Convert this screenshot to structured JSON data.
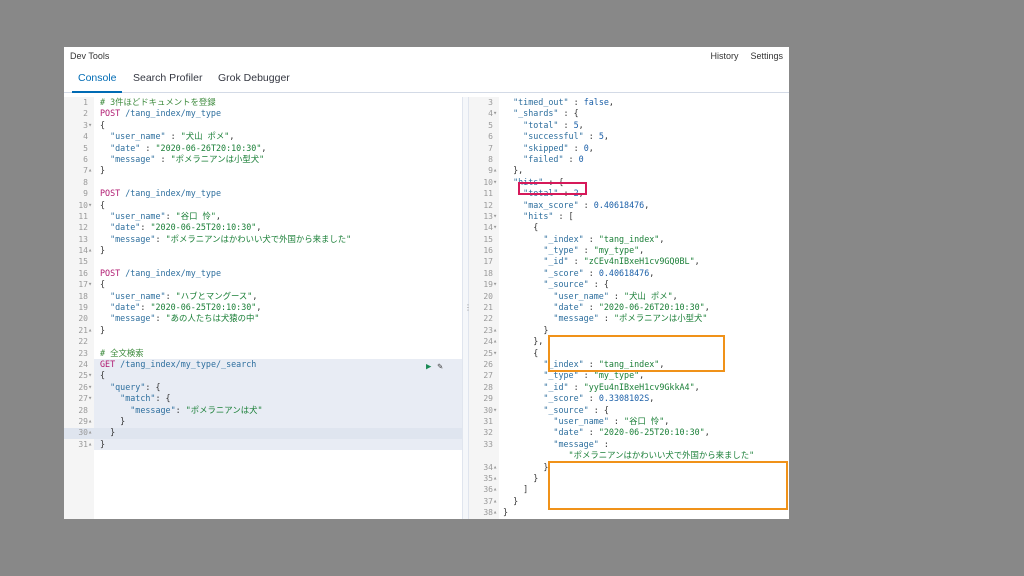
{
  "window": {
    "title": "Dev Tools",
    "history": "History",
    "settings": "Settings"
  },
  "tabs": [
    {
      "label": "Console",
      "active": true
    },
    {
      "label": "Search Profiler",
      "active": false
    },
    {
      "label": "Grok Debugger",
      "active": false
    }
  ],
  "request_lines": [
    {
      "n": "1",
      "fold": "",
      "t": [
        [
          "c",
          "# 3件ほどドキュメントを登録"
        ]
      ]
    },
    {
      "n": "2",
      "fold": "",
      "t": [
        [
          "m",
          "POST"
        ],
        [
          "k",
          " /tang_index/my_type"
        ]
      ]
    },
    {
      "n": "3",
      "fold": "▾",
      "t": [
        [
          "p",
          "{"
        ]
      ]
    },
    {
      "n": "4",
      "fold": "",
      "t": [
        [
          "k",
          "  \"user_name\""
        ],
        [
          "p",
          " : "
        ],
        [
          "s",
          "\"犬山 ポメ\""
        ],
        [
          "p",
          ","
        ]
      ]
    },
    {
      "n": "5",
      "fold": "",
      "t": [
        [
          "k",
          "  \"date\""
        ],
        [
          "p",
          " : "
        ],
        [
          "s",
          "\"2020-06-26T20:10:30\""
        ],
        [
          "p",
          ","
        ]
      ]
    },
    {
      "n": "6",
      "fold": "",
      "t": [
        [
          "k",
          "  \"message\""
        ],
        [
          "p",
          " : "
        ],
        [
          "s",
          "\"ポメラニアンは小型犬\""
        ]
      ]
    },
    {
      "n": "7",
      "fold": "▴",
      "t": [
        [
          "p",
          "}"
        ]
      ]
    },
    {
      "n": "8",
      "fold": "",
      "t": []
    },
    {
      "n": "9",
      "fold": "",
      "t": [
        [
          "m",
          "POST"
        ],
        [
          "k",
          " /tang_index/my_type"
        ]
      ]
    },
    {
      "n": "10",
      "fold": "▾",
      "t": [
        [
          "p",
          "{"
        ]
      ]
    },
    {
      "n": "11",
      "fold": "",
      "t": [
        [
          "k",
          "  \"user_name\""
        ],
        [
          "p",
          ": "
        ],
        [
          "s",
          "\"谷口 怜\""
        ],
        [
          "p",
          ","
        ]
      ]
    },
    {
      "n": "12",
      "fold": "",
      "t": [
        [
          "k",
          "  \"date\""
        ],
        [
          "p",
          ": "
        ],
        [
          "s",
          "\"2020-06-25T20:10:30\""
        ],
        [
          "p",
          ","
        ]
      ]
    },
    {
      "n": "13",
      "fold": "",
      "t": [
        [
          "k",
          "  \"message\""
        ],
        [
          "p",
          ": "
        ],
        [
          "s",
          "\"ポメラニアンはかわいい犬で外国から来ました\""
        ]
      ]
    },
    {
      "n": "14",
      "fold": "▴",
      "t": [
        [
          "p",
          "}"
        ]
      ]
    },
    {
      "n": "15",
      "fold": "",
      "t": []
    },
    {
      "n": "16",
      "fold": "",
      "t": [
        [
          "m",
          "POST"
        ],
        [
          "k",
          " /tang_index/my_type"
        ]
      ]
    },
    {
      "n": "17",
      "fold": "▾",
      "t": [
        [
          "p",
          "{"
        ]
      ]
    },
    {
      "n": "18",
      "fold": "",
      "t": [
        [
          "k",
          "  \"user_name\""
        ],
        [
          "p",
          ": "
        ],
        [
          "s",
          "\"ハブとマングース\""
        ],
        [
          "p",
          ","
        ]
      ]
    },
    {
      "n": "19",
      "fold": "",
      "t": [
        [
          "k",
          "  \"date\""
        ],
        [
          "p",
          ": "
        ],
        [
          "s",
          "\"2020-06-25T20:10:30\""
        ],
        [
          "p",
          ","
        ]
      ]
    },
    {
      "n": "20",
      "fold": "",
      "t": [
        [
          "k",
          "  \"message\""
        ],
        [
          "p",
          ": "
        ],
        [
          "s",
          "\"あの人たちは犬猿の中\""
        ]
      ]
    },
    {
      "n": "21",
      "fold": "▴",
      "t": [
        [
          "p",
          "}"
        ]
      ]
    },
    {
      "n": "22",
      "fold": "",
      "t": []
    },
    {
      "n": "23",
      "fold": "",
      "t": [
        [
          "c",
          "# 全文検索"
        ]
      ]
    },
    {
      "n": "24",
      "fold": "",
      "t": [
        [
          "m",
          "GET"
        ],
        [
          "k",
          " /tang_index/my_type/_search"
        ]
      ]
    },
    {
      "n": "25",
      "fold": "▾",
      "t": [
        [
          "p",
          "{"
        ]
      ]
    },
    {
      "n": "26",
      "fold": "▾",
      "t": [
        [
          "k",
          "  \"query\""
        ],
        [
          "p",
          ": {"
        ]
      ]
    },
    {
      "n": "27",
      "fold": "▾",
      "t": [
        [
          "k",
          "    \"match\""
        ],
        [
          "p",
          ": {"
        ]
      ]
    },
    {
      "n": "28",
      "fold": "",
      "t": [
        [
          "k",
          "      \"message\""
        ],
        [
          "p",
          ": "
        ],
        [
          "s",
          "\"ポメラニアンは犬\""
        ]
      ]
    },
    {
      "n": "29",
      "fold": "▴",
      "t": [
        [
          "p",
          "    }"
        ]
      ]
    },
    {
      "n": "30",
      "fold": "▴",
      "t": [
        [
          "p",
          "  }"
        ]
      ]
    },
    {
      "n": "31",
      "fold": "▴",
      "t": [
        [
          "p",
          "}"
        ]
      ]
    }
  ],
  "response_lines": [
    {
      "n": "3",
      "fold": "",
      "t": [
        [
          "k",
          "  \"timed_out\""
        ],
        [
          "p",
          " : "
        ],
        [
          "n",
          "false"
        ],
        [
          "p",
          ","
        ]
      ]
    },
    {
      "n": "4",
      "fold": "▾",
      "t": [
        [
          "k",
          "  \"_shards\""
        ],
        [
          "p",
          " : {"
        ]
      ]
    },
    {
      "n": "5",
      "fold": "",
      "t": [
        [
          "k",
          "    \"total\""
        ],
        [
          "p",
          " : "
        ],
        [
          "n",
          "5"
        ],
        [
          "p",
          ","
        ]
      ]
    },
    {
      "n": "6",
      "fold": "",
      "t": [
        [
          "k",
          "    \"successful\""
        ],
        [
          "p",
          " : "
        ],
        [
          "n",
          "5"
        ],
        [
          "p",
          ","
        ]
      ]
    },
    {
      "n": "7",
      "fold": "",
      "t": [
        [
          "k",
          "    \"skipped\""
        ],
        [
          "p",
          " : "
        ],
        [
          "n",
          "0"
        ],
        [
          "p",
          ","
        ]
      ]
    },
    {
      "n": "8",
      "fold": "",
      "t": [
        [
          "k",
          "    \"failed\""
        ],
        [
          "p",
          " : "
        ],
        [
          "n",
          "0"
        ]
      ]
    },
    {
      "n": "9",
      "fold": "▴",
      "t": [
        [
          "p",
          "  },"
        ]
      ]
    },
    {
      "n": "10",
      "fold": "▾",
      "t": [
        [
          "k",
          "  \"hits\""
        ],
        [
          "p",
          " : {"
        ]
      ]
    },
    {
      "n": "11",
      "fold": "",
      "t": [
        [
          "k",
          "    \"total\""
        ],
        [
          "p",
          " : "
        ],
        [
          "n",
          "2"
        ],
        [
          "p",
          ","
        ]
      ]
    },
    {
      "n": "12",
      "fold": "",
      "t": [
        [
          "k",
          "    \"max_score\""
        ],
        [
          "p",
          " : "
        ],
        [
          "n",
          "0.40618476"
        ],
        [
          "p",
          ","
        ]
      ]
    },
    {
      "n": "13",
      "fold": "▾",
      "t": [
        [
          "k",
          "    \"hits\""
        ],
        [
          "p",
          " : ["
        ]
      ]
    },
    {
      "n": "14",
      "fold": "▾",
      "t": [
        [
          "p",
          "      {"
        ]
      ]
    },
    {
      "n": "15",
      "fold": "",
      "t": [
        [
          "k",
          "        \"_index\""
        ],
        [
          "p",
          " : "
        ],
        [
          "s",
          "\"tang_index\""
        ],
        [
          "p",
          ","
        ]
      ]
    },
    {
      "n": "16",
      "fold": "",
      "t": [
        [
          "k",
          "        \"_type\""
        ],
        [
          "p",
          " : "
        ],
        [
          "s",
          "\"my_type\""
        ],
        [
          "p",
          ","
        ]
      ]
    },
    {
      "n": "17",
      "fold": "",
      "t": [
        [
          "k",
          "        \"_id\""
        ],
        [
          "p",
          " : "
        ],
        [
          "s",
          "\"zCEv4nIBxeH1cv9GQ0BL\""
        ],
        [
          "p",
          ","
        ]
      ]
    },
    {
      "n": "18",
      "fold": "",
      "t": [
        [
          "k",
          "        \"_score\""
        ],
        [
          "p",
          " : "
        ],
        [
          "n",
          "0.40618476"
        ],
        [
          "p",
          ","
        ]
      ]
    },
    {
      "n": "19",
      "fold": "▾",
      "t": [
        [
          "k",
          "        \"_source\""
        ],
        [
          "p",
          " : {"
        ]
      ]
    },
    {
      "n": "20",
      "fold": "",
      "t": [
        [
          "k",
          "          \"user_name\""
        ],
        [
          "p",
          " : "
        ],
        [
          "s",
          "\"犬山 ポメ\""
        ],
        [
          "p",
          ","
        ]
      ]
    },
    {
      "n": "21",
      "fold": "",
      "t": [
        [
          "k",
          "          \"date\""
        ],
        [
          "p",
          " : "
        ],
        [
          "s",
          "\"2020-06-26T20:10:30\""
        ],
        [
          "p",
          ","
        ]
      ]
    },
    {
      "n": "22",
      "fold": "",
      "t": [
        [
          "k",
          "          \"message\""
        ],
        [
          "p",
          " : "
        ],
        [
          "s",
          "\"ポメラニアンは小型犬\""
        ]
      ]
    },
    {
      "n": "23",
      "fold": "▴",
      "t": [
        [
          "p",
          "        }"
        ]
      ]
    },
    {
      "n": "24",
      "fold": "▴",
      "t": [
        [
          "p",
          "      },"
        ]
      ]
    },
    {
      "n": "25",
      "fold": "▾",
      "t": [
        [
          "p",
          "      {"
        ]
      ]
    },
    {
      "n": "26",
      "fold": "",
      "t": [
        [
          "k",
          "        \"_index\""
        ],
        [
          "p",
          " : "
        ],
        [
          "s",
          "\"tang_index\""
        ],
        [
          "p",
          ","
        ]
      ]
    },
    {
      "n": "27",
      "fold": "",
      "t": [
        [
          "k",
          "        \"_type\""
        ],
        [
          "p",
          " : "
        ],
        [
          "s",
          "\"my_type\""
        ],
        [
          "p",
          ","
        ]
      ]
    },
    {
      "n": "28",
      "fold": "",
      "t": [
        [
          "k",
          "        \"_id\""
        ],
        [
          "p",
          " : "
        ],
        [
          "s",
          "\"yyEu4nIBxeH1cv9GkkA4\""
        ],
        [
          "p",
          ","
        ]
      ]
    },
    {
      "n": "29",
      "fold": "",
      "t": [
        [
          "k",
          "        \"_score\""
        ],
        [
          "p",
          " : "
        ],
        [
          "n",
          "0.3308102S"
        ],
        [
          "p",
          ","
        ]
      ]
    },
    {
      "n": "30",
      "fold": "▾",
      "t": [
        [
          "k",
          "        \"_source\""
        ],
        [
          "p",
          " : {"
        ]
      ]
    },
    {
      "n": "31",
      "fold": "",
      "t": [
        [
          "k",
          "          \"user_name\""
        ],
        [
          "p",
          " : "
        ],
        [
          "s",
          "\"谷口 怜\""
        ],
        [
          "p",
          ","
        ]
      ]
    },
    {
      "n": "32",
      "fold": "",
      "t": [
        [
          "k",
          "          \"date\""
        ],
        [
          "p",
          " : "
        ],
        [
          "s",
          "\"2020-06-25T20:10:30\""
        ],
        [
          "p",
          ","
        ]
      ]
    },
    {
      "n": "33",
      "fold": "",
      "t": [
        [
          "k",
          "          \"message\""
        ],
        [
          "p",
          " :"
        ]
      ]
    },
    {
      "n": "",
      "fold": "",
      "t": [
        [
          "s",
          "             \"ポメラニアンはかわいい犬で外国から来ました\""
        ]
      ]
    },
    {
      "n": "34",
      "fold": "▴",
      "t": [
        [
          "p",
          "        }"
        ]
      ]
    },
    {
      "n": "35",
      "fold": "▴",
      "t": [
        [
          "p",
          "      }"
        ]
      ]
    },
    {
      "n": "36",
      "fold": "▴",
      "t": [
        [
          "p",
          "    ]"
        ]
      ]
    },
    {
      "n": "37",
      "fold": "▴",
      "t": [
        [
          "p",
          "  }"
        ]
      ]
    },
    {
      "n": "38",
      "fold": "▴",
      "t": [
        [
          "p",
          "}"
        ]
      ]
    }
  ],
  "toolbar": {
    "run_icon": "play-icon",
    "settings_icon": "wrench-icon"
  },
  "colors": {
    "accent": "#006bb4",
    "highlight_total": "#d6195a",
    "highlight_source": "#f09219"
  }
}
